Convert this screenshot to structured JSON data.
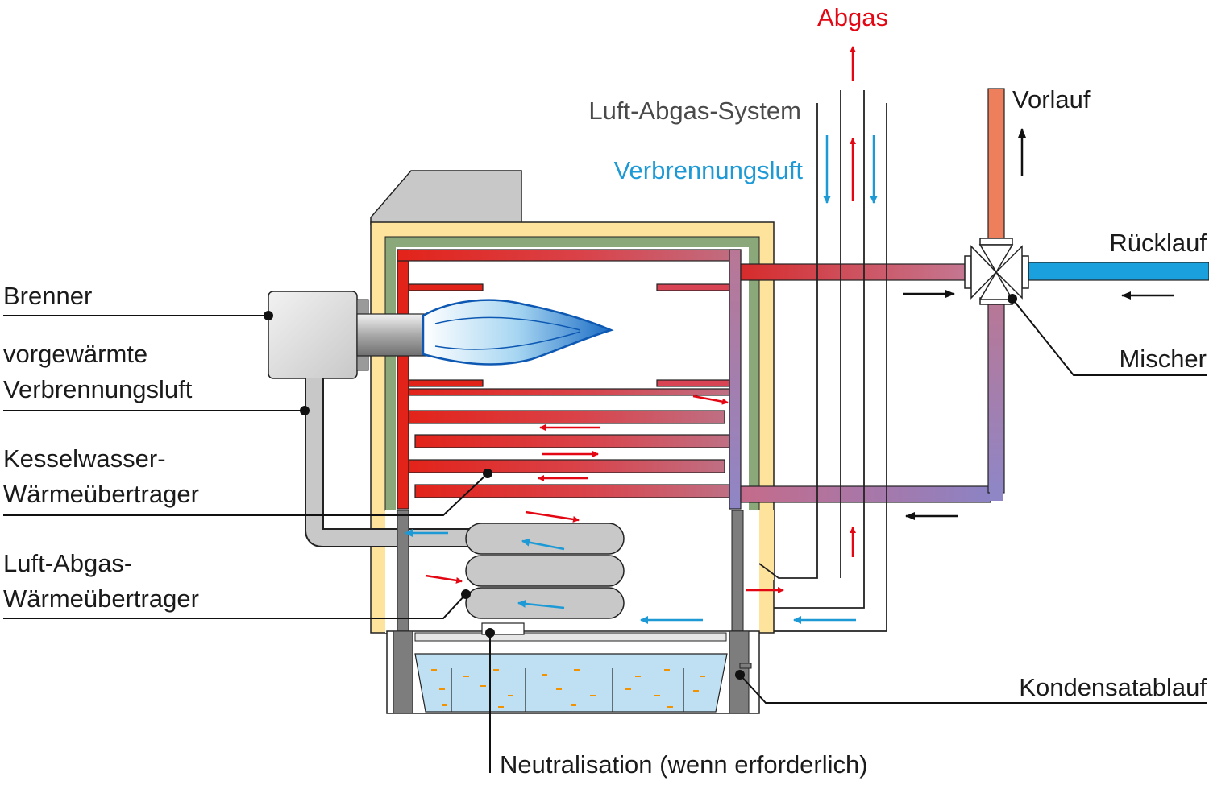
{
  "labels": {
    "abgas": "Abgas",
    "luft_abgas_system": "Luft-Abgas-System",
    "verbrennungsluft": "Verbrennungsluft",
    "vorlauf": "Vorlauf",
    "ruecklauf": "Rücklauf",
    "mischer": "Mischer",
    "brenner": "Brenner",
    "vorgewaermte_1": "vorgewärmte",
    "vorgewaermte_2": "Verbrennungsluft",
    "kesselwasser_1": "Kesselwasser-",
    "kesselwasser_2": "Wärmeübertrager",
    "luft_abgas_1": "Luft-Abgas-",
    "luft_abgas_2": "Wärmeübertrager",
    "kondensatablauf": "Kondensatablauf",
    "neutralisation": "Neutralisation (wenn erforderlich)"
  },
  "colors": {
    "exhaust_red": "#e30613",
    "air_blue": "#1d9ad6",
    "return_blue": "#1aa0dc",
    "hot_red": "#e2231a",
    "mixed_purple": "#9b86c6",
    "flow_orange": "#ee7f5c",
    "insulation_yellow": "#fde39b",
    "insulation_green": "#8aa87a",
    "gray_part": "#c8c8c8",
    "dark_gray": "#7d7d7d",
    "condensate_water": "#bfe0f2",
    "condensate_drops": "#f39200",
    "text": "#1a1a1a",
    "system_text": "#4a4a4a"
  }
}
